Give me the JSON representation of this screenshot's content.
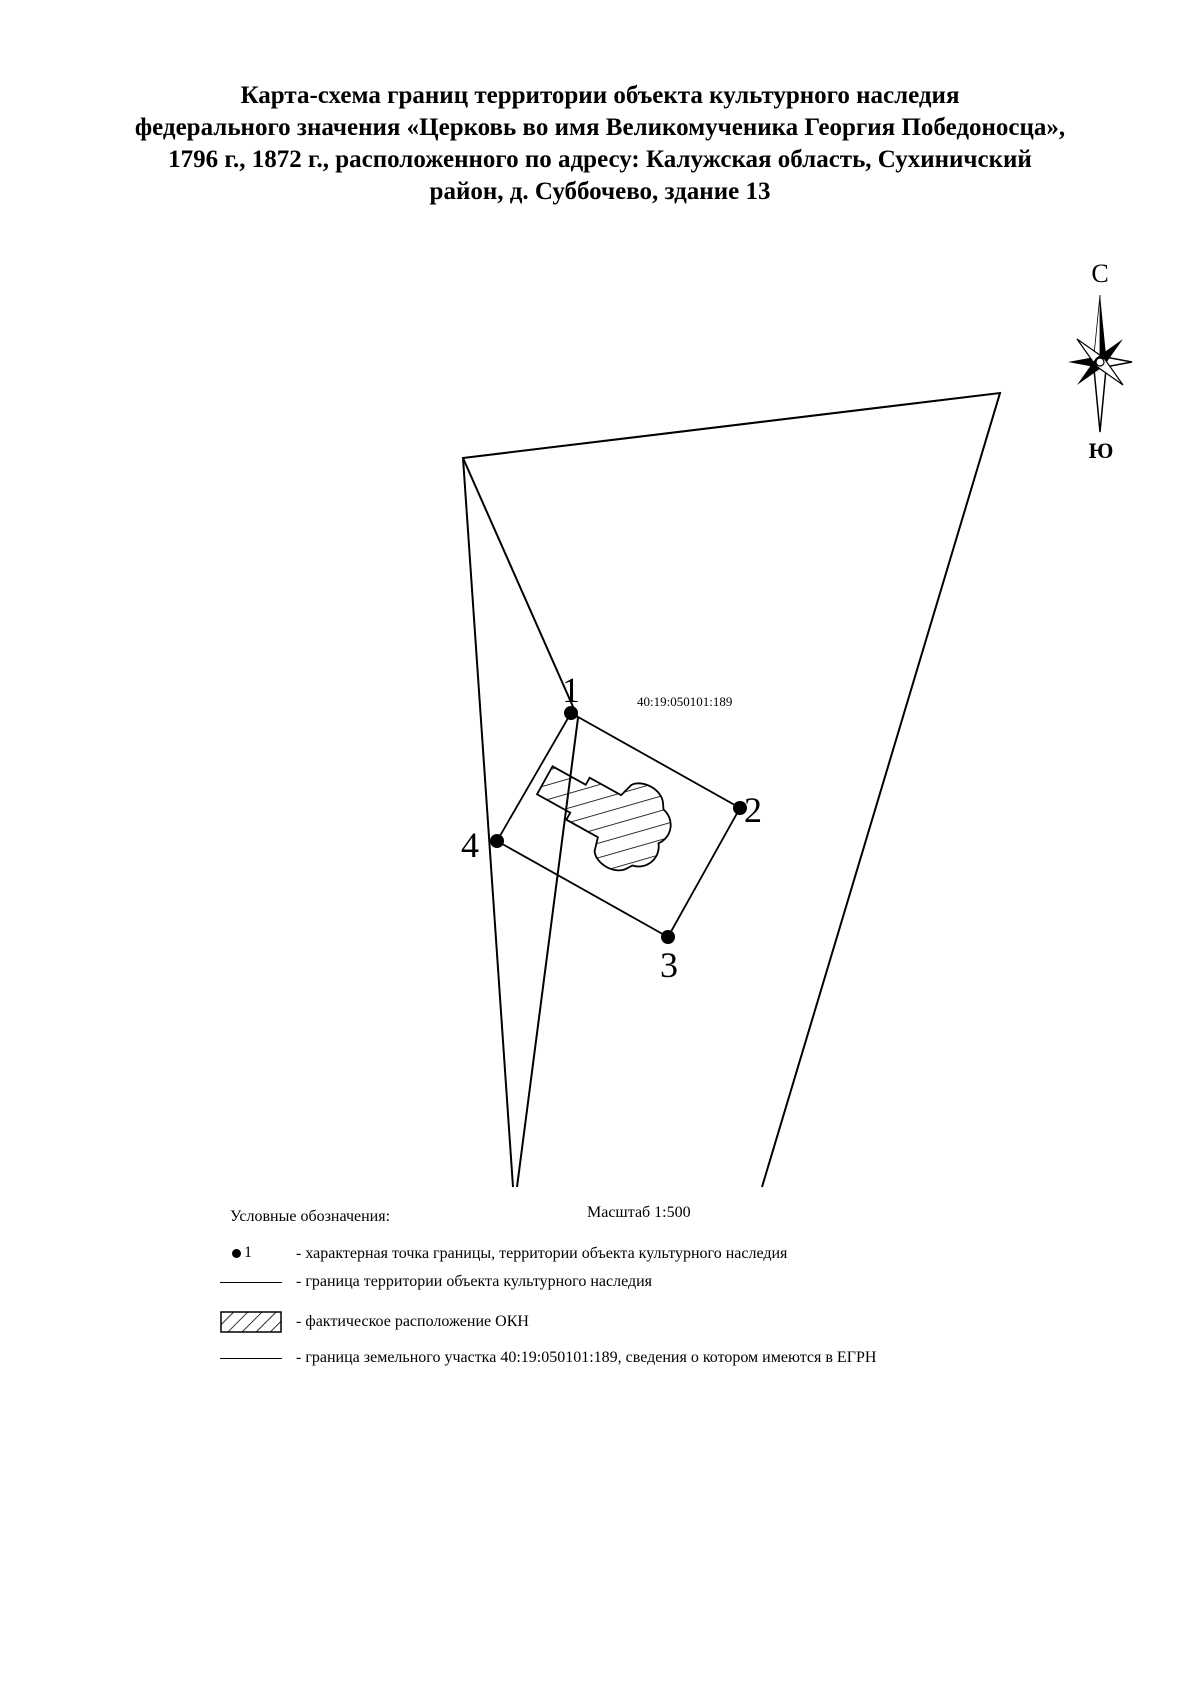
{
  "title": {
    "line1": "Карта-схема границ территории объекта культурного наследия",
    "line2": "федерального значения «Церковь во имя Великомученика Георгия Победоносца»,",
    "line3": "1796 г., 1872 г., расположенного по адресу: Калужская область, Сухиничский",
    "line4": "район, д. Суббочево, здание 13"
  },
  "compass": {
    "north_label": "С",
    "south_label": "Ю"
  },
  "map": {
    "parcel_number": "40:19:050101:189",
    "points": [
      {
        "label": "1"
      },
      {
        "label": "2"
      },
      {
        "label": "3"
      },
      {
        "label": "4"
      }
    ],
    "scale_label": "Масштаб 1:500"
  },
  "legend": {
    "heading": "Условные обозначения:",
    "point_symbol_label": "1",
    "items": [
      {
        "symbol": "point",
        "text": "- характерная точка границы, территории объекта культурного наследия"
      },
      {
        "symbol": "line",
        "text": "- граница территории объекта культурного наследия"
      },
      {
        "symbol": "hatch",
        "text": "- фактическое расположение ОКН"
      },
      {
        "symbol": "line",
        "text": "- граница земельного участка 40:19:050101:189, сведения о котором имеются в ЕГРН"
      }
    ]
  },
  "colors": {
    "ink": "#000000",
    "background": "#ffffff"
  }
}
